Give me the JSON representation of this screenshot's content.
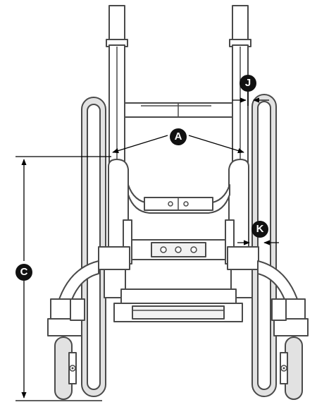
{
  "diagram": {
    "callouts": {
      "a": "A",
      "c": "C",
      "j": "J",
      "k": "K"
    },
    "colors": {
      "line": "#4a4a4a",
      "dimension": "#000000",
      "tire": "#e2e2e2",
      "callout_fill": "#111111",
      "callout_text": "#ffffff"
    }
  }
}
